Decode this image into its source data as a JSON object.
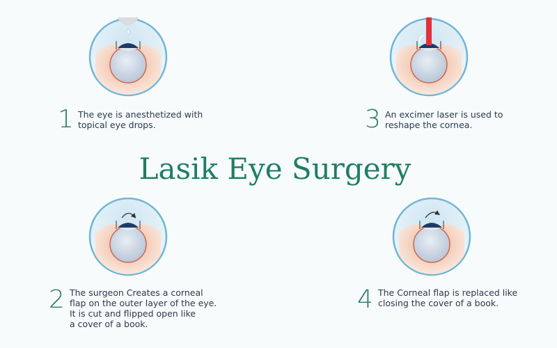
{
  "title": "Lasik Eye Surgery",
  "steps": [
    {
      "number": "1",
      "text": "The eye is anesthetized with\ntopical eye drops.",
      "tool": "eye-drop"
    },
    {
      "number": "2",
      "text": "The surgeon Creates a corneal\nflap on the outer layer of the eye.\nIt is cut and flipped open like\na cover of a book.",
      "tool": "flap-open-arrow"
    },
    {
      "number": "3",
      "text": "An excimer laser is used to\nreshape the cornea.",
      "tool": "laser-beam"
    },
    {
      "number": "4",
      "text": "The Corneal flap is replaced like\nclosing the cover of a book.",
      "tool": "flap-close-arrow"
    }
  ],
  "colors": {
    "title": "#1f7d66",
    "ring": "#6fb6d8",
    "laser": "#e0323a"
  }
}
